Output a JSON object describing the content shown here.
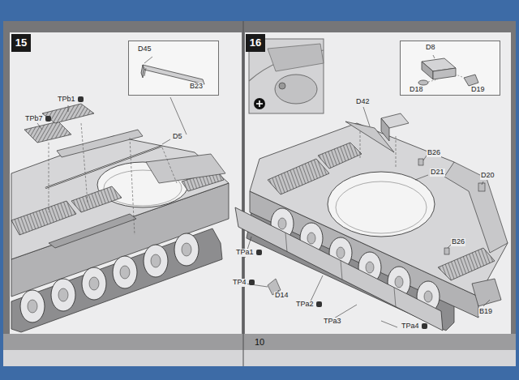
{
  "diagram": {
    "nodes": [
      {
        "text": [
          "15"
        ]
      },
      {
        "text": [
          "D45",
          "B23"
        ]
      },
      {
        "text": [
          "16"
        ]
      },
      {
        "text": [
          "D8",
          "D18",
          "D19"
        ]
      }
    ],
    "labels": [
      "TPb1",
      "TPb7",
      "D5",
      "D42",
      "B26",
      "D21",
      "D20",
      "B26",
      "TPa1",
      "TP4",
      "D14",
      "TPa2",
      "TPa3",
      "TPa4",
      "B19",
      "10"
    ]
  }
}
